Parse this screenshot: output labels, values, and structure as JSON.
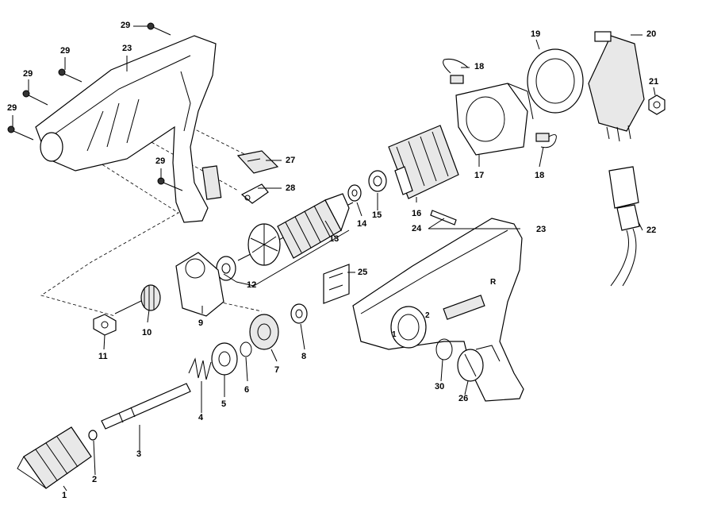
{
  "callouts": {
    "c1": "1",
    "c2": "2",
    "c3": "3",
    "c4": "4",
    "c5": "5",
    "c6": "6",
    "c7": "7",
    "c8": "8",
    "c9": "9",
    "c10": "10",
    "c11": "11",
    "c12": "12",
    "c13": "13",
    "c14": "14",
    "c15": "15",
    "c16": "16",
    "c17": "17",
    "c18a": "18",
    "c18b": "18",
    "c19": "19",
    "c20": "20",
    "c21": "21",
    "c22": "22",
    "c23a": "23",
    "c23b": "23",
    "c24": "24",
    "c25": "25",
    "c26": "26",
    "c27": "27",
    "c28": "28",
    "c29a": "29",
    "c29b": "29",
    "c29c": "29",
    "c29d": "29",
    "c29e": "29",
    "c30": "30"
  },
  "housing_marks": {
    "speed_1": "1",
    "speed_2": "2",
    "lock_r": "R"
  }
}
